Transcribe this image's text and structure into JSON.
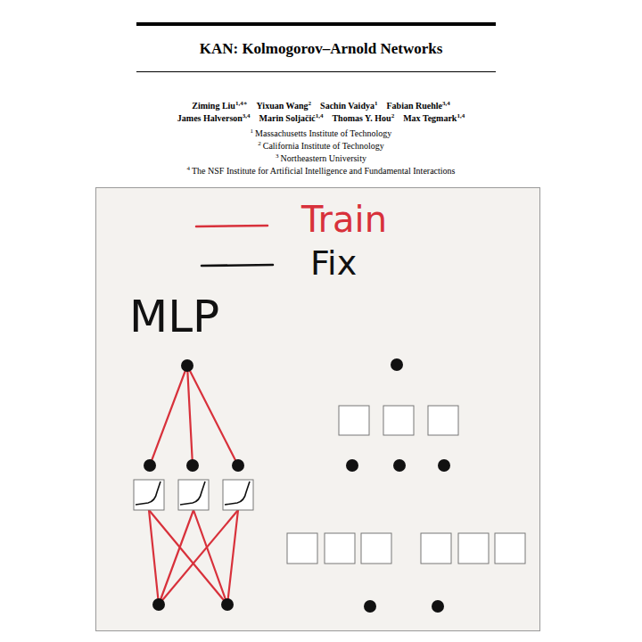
{
  "diagram": {
    "title": "KAN: Kolmogorov–Arnold Networks",
    "labels": [
      "Ziming Liu",
      "1,4∗",
      "Yixuan Wang",
      "2",
      "Sachin Vaidya",
      "1",
      "Fabian Ruehle",
      "3,4",
      "James Halverson",
      "3,4",
      "Marin Soljačić",
      "1,4",
      "Thomas Y. Hou",
      "2",
      "Max Tegmark",
      "1,4",
      "1",
      "Massachusetts Institute of Technology",
      "2",
      "California Institute of Technology",
      "3",
      "Northeastern University",
      "4",
      "The NSF Institute for Artificial Intelligence and Fundamental Interactions",
      "MLP"
    ],
    "legend": [
      {
        "text": "Train"
      },
      {
        "text": "Fix"
      }
    ]
  }
}
